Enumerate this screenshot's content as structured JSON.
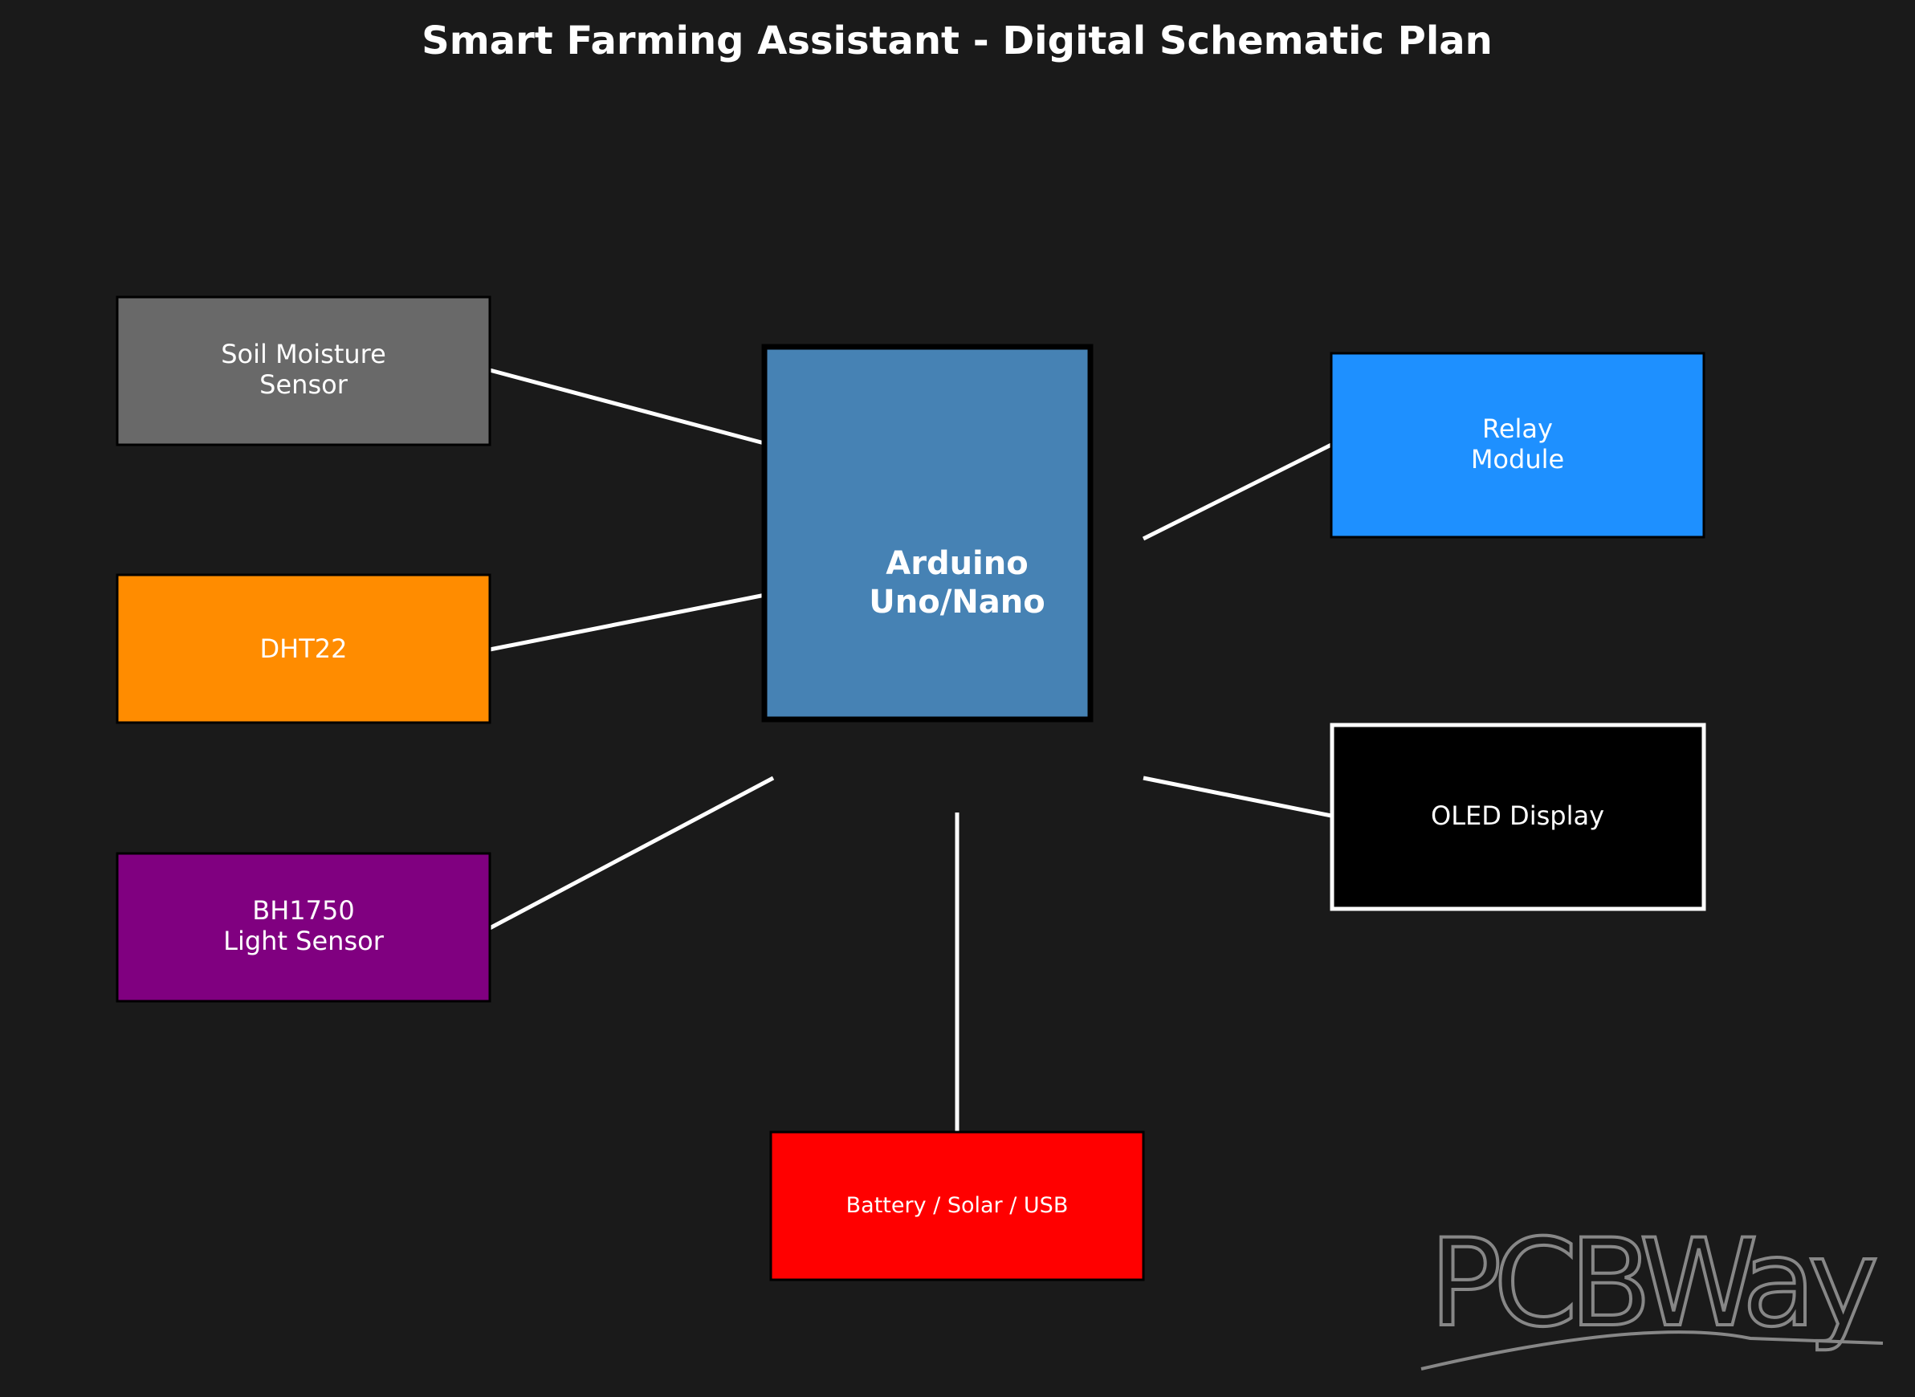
{
  "title": "Smart Farming Assistant - Digital Schematic Plan",
  "components": {
    "soil": {
      "line1": "Soil Moisture",
      "line2": "Sensor",
      "color": "#696969"
    },
    "dht22": {
      "line1": "DHT22",
      "color": "#ff8c00"
    },
    "bh1750": {
      "line1": "BH1750",
      "line2": "Light Sensor",
      "color": "#800080"
    },
    "arduino": {
      "line1": "Arduino",
      "line2": "Uno/Nano",
      "color": "#4682b4"
    },
    "relay": {
      "line1": "Relay",
      "line2": "Module",
      "color": "#1e90ff"
    },
    "oled": {
      "line1": "OLED Display",
      "color": "#000000"
    },
    "power": {
      "line1": "Battery / Solar / USB",
      "color": "#ff0000"
    }
  },
  "watermark": "PCBWay"
}
